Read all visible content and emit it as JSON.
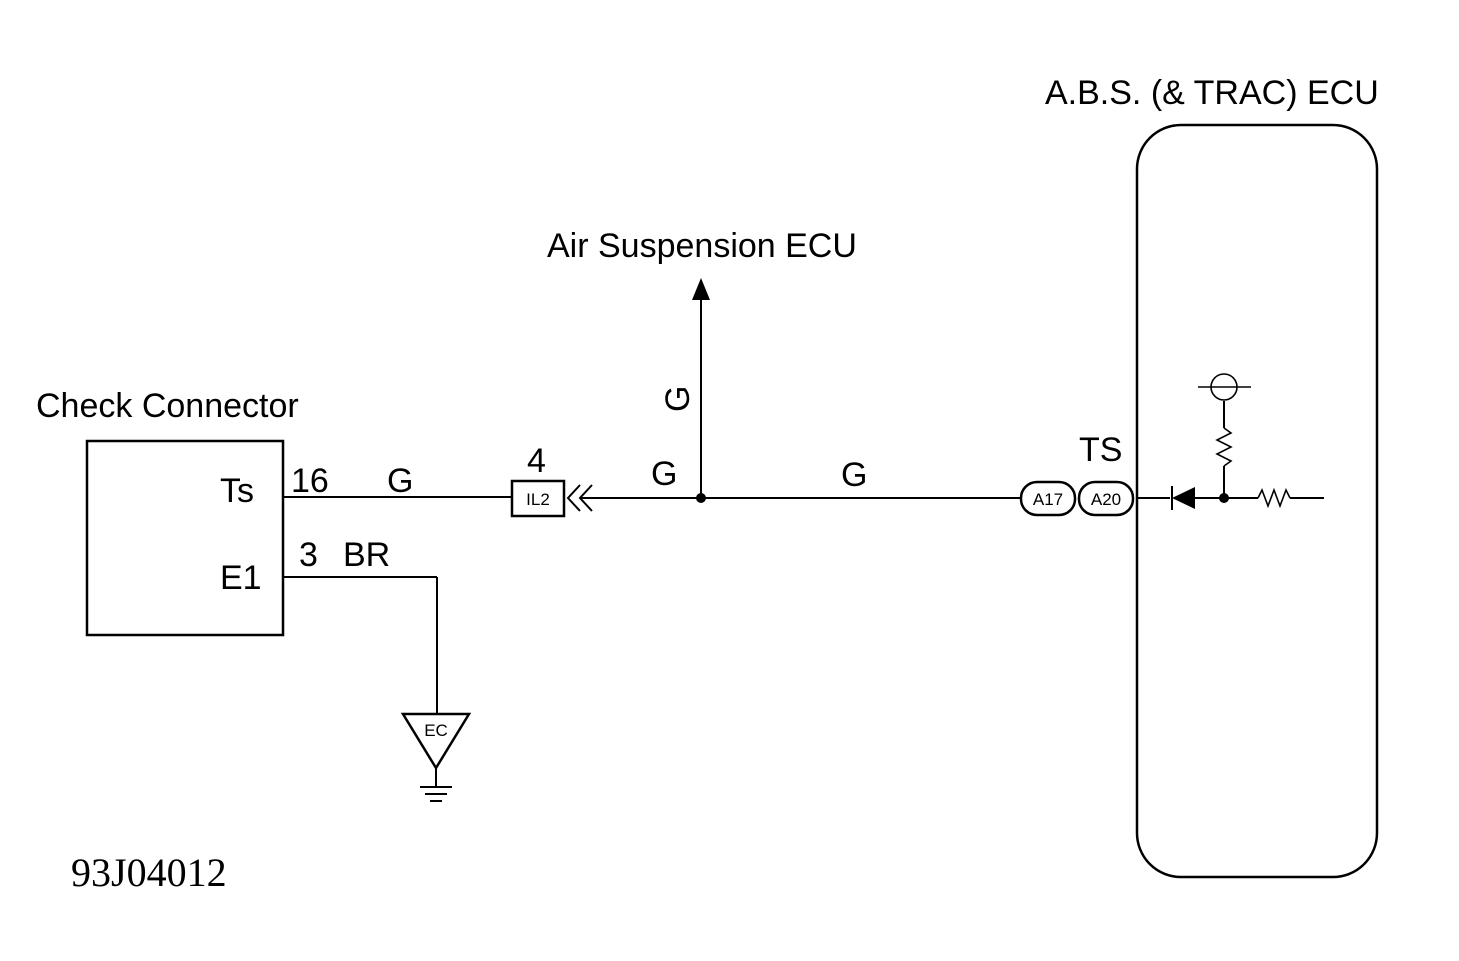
{
  "components": {
    "check_connector": {
      "title": "Check Connector",
      "pin_ts_label": "Ts",
      "pin_e1_label": "E1"
    },
    "abs_ecu": {
      "title": "A.B.S. (& TRAC) ECU",
      "terminal_label": "TS"
    },
    "air_suspension_ecu": {
      "title": "Air Suspension ECU"
    },
    "junction_connector": {
      "code": "IL2",
      "pin": "4"
    },
    "abs_connector_1": {
      "code": "A17"
    },
    "abs_connector_2": {
      "code": "A20"
    },
    "ground": {
      "code": "EC"
    }
  },
  "wires": {
    "ts_pin": "16",
    "ts_color": "G",
    "e1_pin": "3",
    "e1_color": "BR",
    "branch_color_left": "G",
    "branch_color_up": "G",
    "main_color_right": "G"
  },
  "figure_code": "93J04012"
}
